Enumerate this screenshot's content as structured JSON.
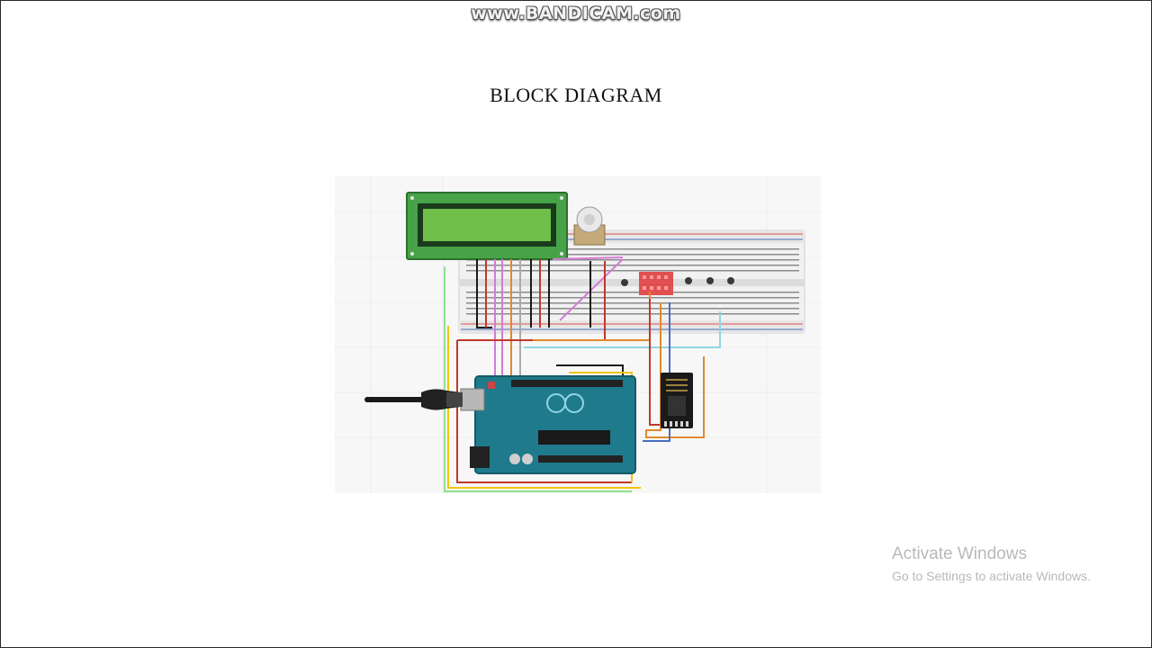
{
  "watermark": "www.BANDICAM.com",
  "slide": {
    "title": "BLOCK DIAGRAM"
  },
  "diagram": {
    "lcd_color": "#47a347",
    "board_color": "#1f7a8c",
    "wifi_module_color": "#1a1a1a",
    "breadboard_color": "#f1f1f1"
  },
  "activation": {
    "title": "Activate Windows",
    "subtitle": "Go to Settings to activate Windows."
  }
}
